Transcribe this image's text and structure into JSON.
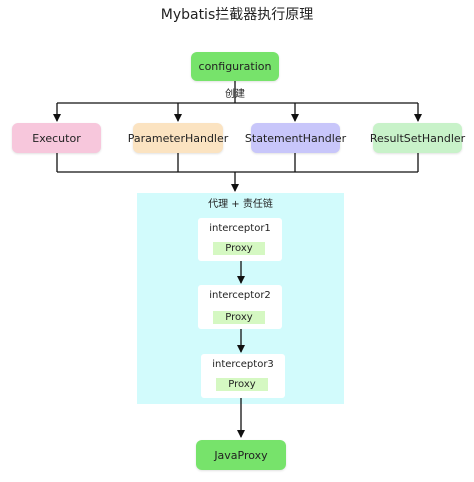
{
  "title": "Mybatis拦截器执行原理",
  "configuration": {
    "label": "configuration"
  },
  "create_label": "创建",
  "components": [
    {
      "label": "Executor"
    },
    {
      "label": "ParameterHandler"
    },
    {
      "label": "StatementHandler"
    },
    {
      "label": "ResultSetHandler"
    }
  ],
  "proxy_group": {
    "title": "代理 + 责任链",
    "interceptors": [
      {
        "label": "interceptor1",
        "proxy": "Proxy"
      },
      {
        "label": "interceptor2",
        "proxy": "Proxy"
      },
      {
        "label": "interceptor3",
        "proxy": "Proxy"
      }
    ]
  },
  "java_proxy": {
    "label": "JavaProxy"
  },
  "colors": {
    "configuration": "#77e36b",
    "executor": "#f7c7dc",
    "parameter_handler": "#fbe3c1",
    "statement_handler": "#c8c6fa",
    "result_set_handler": "#c8f2c9",
    "proxy_area": "#d2fbfc",
    "proxy_chip": "#d5f8c2",
    "java_proxy": "#77e36b"
  }
}
